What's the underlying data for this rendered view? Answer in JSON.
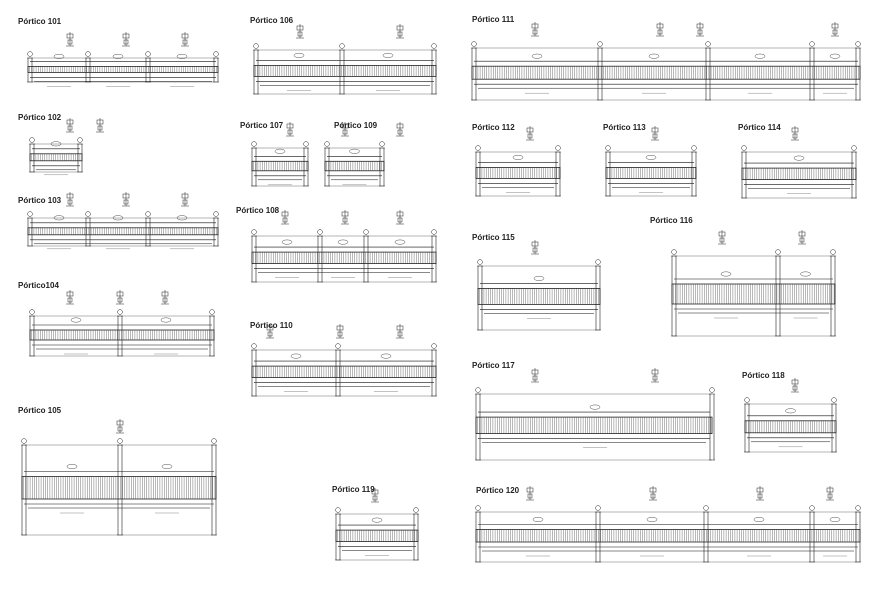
{
  "drawing": {
    "frames": [
      {
        "id": "101",
        "title": "Pórtico 101"
      },
      {
        "id": "102",
        "title": "Pórtico 102"
      },
      {
        "id": "103",
        "title": "Pórtico 103"
      },
      {
        "id": "104",
        "title": "Pórtico104"
      },
      {
        "id": "105",
        "title": "Pórtico 105"
      },
      {
        "id": "106",
        "title": "Pórtico 106"
      },
      {
        "id": "107",
        "title": "Pórtico 107"
      },
      {
        "id": "108",
        "title": "Pórtico 108"
      },
      {
        "id": "109",
        "title": "Pórtico 109"
      },
      {
        "id": "110",
        "title": "Pórtico 110"
      },
      {
        "id": "111",
        "title": "Pórtico 111"
      },
      {
        "id": "112",
        "title": "Pórtico 112"
      },
      {
        "id": "113",
        "title": "Pórtico 113"
      },
      {
        "id": "114",
        "title": "Pórtico 114"
      },
      {
        "id": "115",
        "title": "Pórtico 115"
      },
      {
        "id": "116",
        "title": "Pórtico 116"
      },
      {
        "id": "117",
        "title": "Pórtico 117"
      },
      {
        "id": "118",
        "title": "Pórtico 118"
      },
      {
        "id": "119",
        "title": "Pórtico 119"
      },
      {
        "id": "120",
        "title": "Pórtico 120"
      }
    ]
  }
}
